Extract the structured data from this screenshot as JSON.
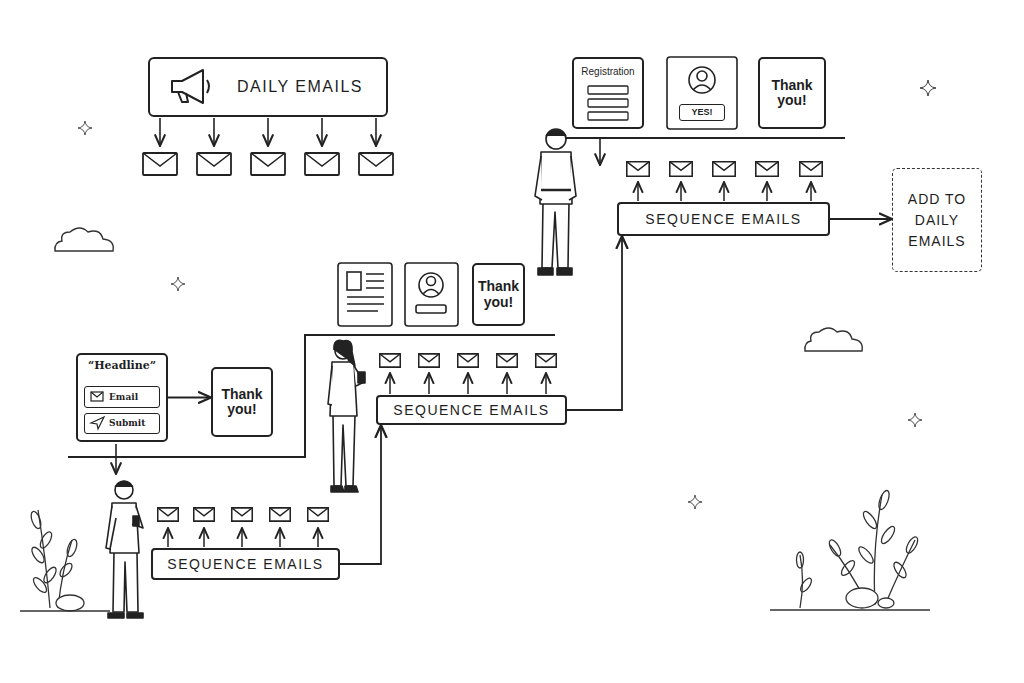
{
  "diagram": {
    "nodes": [
      {
        "text": [
          "DAILY EMAILS"
        ]
      },
      {
        "text": [
          "“Headline”"
        ]
      },
      {
        "text": [
          "Email"
        ],
        "in": 1
      },
      {
        "text": [
          "Submit"
        ],
        "in": 1
      },
      {
        "text": [
          "Thank you!"
        ]
      },
      {
        "text": [
          "SEQUENCE EMAILS"
        ]
      },
      {
        "text": [
          "Thank you!"
        ]
      },
      {
        "text": [
          "SEQUENCE EMAILS"
        ]
      },
      {
        "text": [
          "Registration"
        ]
      },
      {
        "text": [
          "YES!"
        ]
      },
      {
        "text": [
          "Thank you!"
        ]
      },
      {
        "text": [
          "SEQUENCE EMAILS"
        ]
      },
      {
        "text": [
          "ADD TO DAILY EMAILS"
        ]
      }
    ],
    "edges": [
      {
        "from": 1,
        "to": 4,
        "arrow": "to"
      },
      {
        "from": 5,
        "to": 7,
        "arrow": "to"
      },
      {
        "from": 7,
        "to": 11,
        "arrow": "to"
      },
      {
        "from": 11,
        "to": 12,
        "arrow": "to"
      }
    ]
  }
}
